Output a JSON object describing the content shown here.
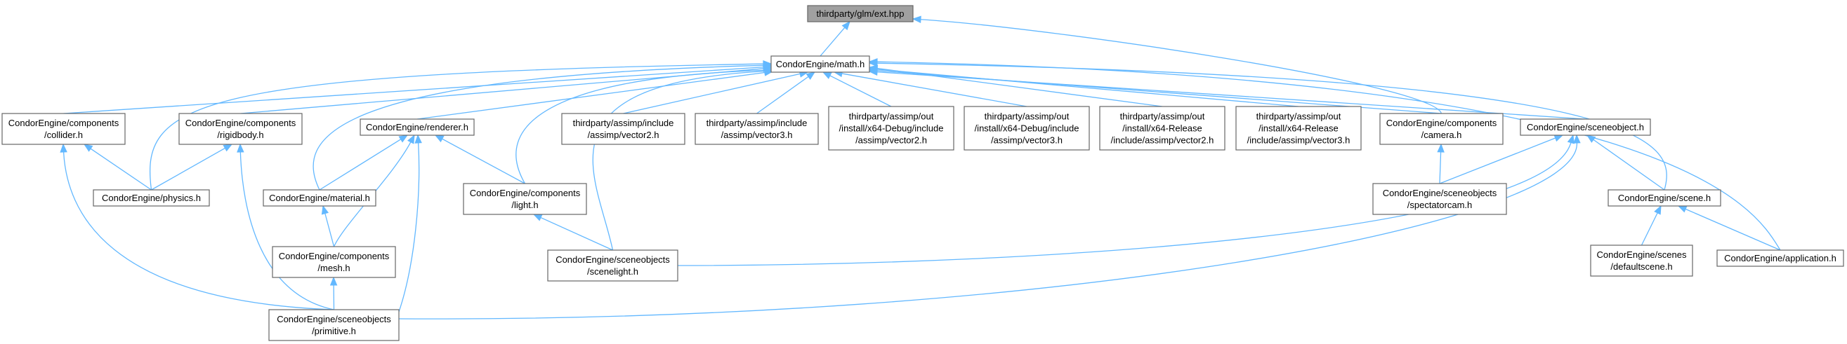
{
  "diagram": {
    "colors": {
      "edge": "#63b8ff",
      "node_border": "#666666",
      "root_fill": "#a0a0a0",
      "node_fill": "#ffffff"
    },
    "nodes": {
      "root": {
        "lines": [
          "thirdparty/glm/ext.hpp"
        ]
      },
      "math": {
        "lines": [
          "CondorEngine/math.h"
        ]
      },
      "collider": {
        "lines": [
          "CondorEngine/components",
          "/collider.h"
        ]
      },
      "rigidbody": {
        "lines": [
          "CondorEngine/components",
          "/rigidbody.h"
        ]
      },
      "renderer": {
        "lines": [
          "CondorEngine/renderer.h"
        ]
      },
      "avector2": {
        "lines": [
          "thirdparty/assimp/include",
          "/assimp/vector2.h"
        ]
      },
      "avector3": {
        "lines": [
          "thirdparty/assimp/include",
          "/assimp/vector3.h"
        ]
      },
      "dbgvector2": {
        "lines": [
          "thirdparty/assimp/out",
          "/install/x64-Debug/include",
          "/assimp/vector2.h"
        ]
      },
      "dbgvector3": {
        "lines": [
          "thirdparty/assimp/out",
          "/install/x64-Debug/include",
          "/assimp/vector3.h"
        ]
      },
      "relvector2": {
        "lines": [
          "thirdparty/assimp/out",
          "/install/x64-Release",
          "/include/assimp/vector2.h"
        ]
      },
      "relvector3": {
        "lines": [
          "thirdparty/assimp/out",
          "/install/x64-Release",
          "/include/assimp/vector3.h"
        ]
      },
      "camera": {
        "lines": [
          "CondorEngine/components",
          "/camera.h"
        ]
      },
      "sceneobject": {
        "lines": [
          "CondorEngine/sceneobject.h"
        ]
      },
      "physics": {
        "lines": [
          "CondorEngine/physics.h"
        ]
      },
      "material": {
        "lines": [
          "CondorEngine/material.h"
        ]
      },
      "light": {
        "lines": [
          "CondorEngine/components",
          "/light.h"
        ]
      },
      "spectator": {
        "lines": [
          "CondorEngine/sceneobjects",
          "/spectatorcam.h"
        ]
      },
      "scene": {
        "lines": [
          "CondorEngine/scene.h"
        ]
      },
      "mesh": {
        "lines": [
          "CondorEngine/components",
          "/mesh.h"
        ]
      },
      "scenelight": {
        "lines": [
          "CondorEngine/sceneobjects",
          "/scenelight.h"
        ]
      },
      "defaultscene": {
        "lines": [
          "CondorEngine/scenes",
          "/defaultscene.h"
        ]
      },
      "application": {
        "lines": [
          "CondorEngine/application.h"
        ]
      },
      "primitive": {
        "lines": [
          "CondorEngine/sceneobjects",
          "/primitive.h"
        ]
      }
    }
  }
}
